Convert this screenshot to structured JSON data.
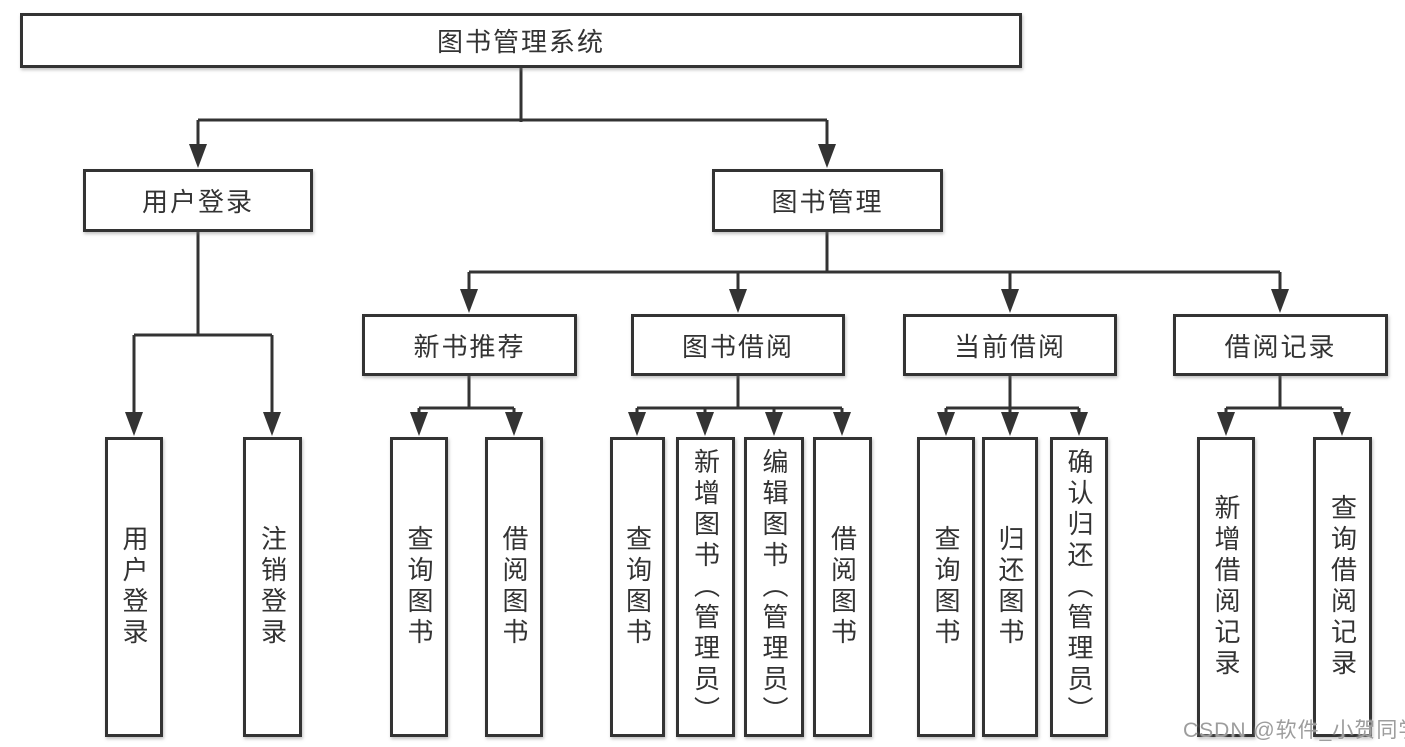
{
  "diagram": {
    "type": "hierarchy-tree"
  },
  "colors": {
    "line": "#333333",
    "box_border": "#333333",
    "box_fill": "#ffffff",
    "text": "#333333",
    "watermark": "#9d9d9d",
    "background": "#ffffff"
  },
  "tree": {
    "root": {
      "label": "图书管理系统",
      "children": [
        {
          "label": "用户登录",
          "children": [
            {
              "label": "用户登录"
            },
            {
              "label": "注销登录"
            }
          ]
        },
        {
          "label": "图书管理",
          "children": [
            {
              "label": "新书推荐",
              "children": [
                {
                  "label": "查询图书"
                },
                {
                  "label": "借阅图书"
                }
              ]
            },
            {
              "label": "图书借阅",
              "children": [
                {
                  "label": "查询图书"
                },
                {
                  "label": "新增图书（管理员）"
                },
                {
                  "label": "编辑图书（管理员）"
                },
                {
                  "label": "借阅图书"
                }
              ]
            },
            {
              "label": "当前借阅",
              "children": [
                {
                  "label": "查询图书"
                },
                {
                  "label": "归还图书"
                },
                {
                  "label": "确认归还（管理员）"
                }
              ]
            },
            {
              "label": "借阅记录",
              "children": [
                {
                  "label": "新增借阅记录"
                },
                {
                  "label": "查询借阅记录"
                }
              ]
            }
          ]
        }
      ]
    }
  },
  "watermark": {
    "text": "CSDN @软件_小贺同学"
  }
}
